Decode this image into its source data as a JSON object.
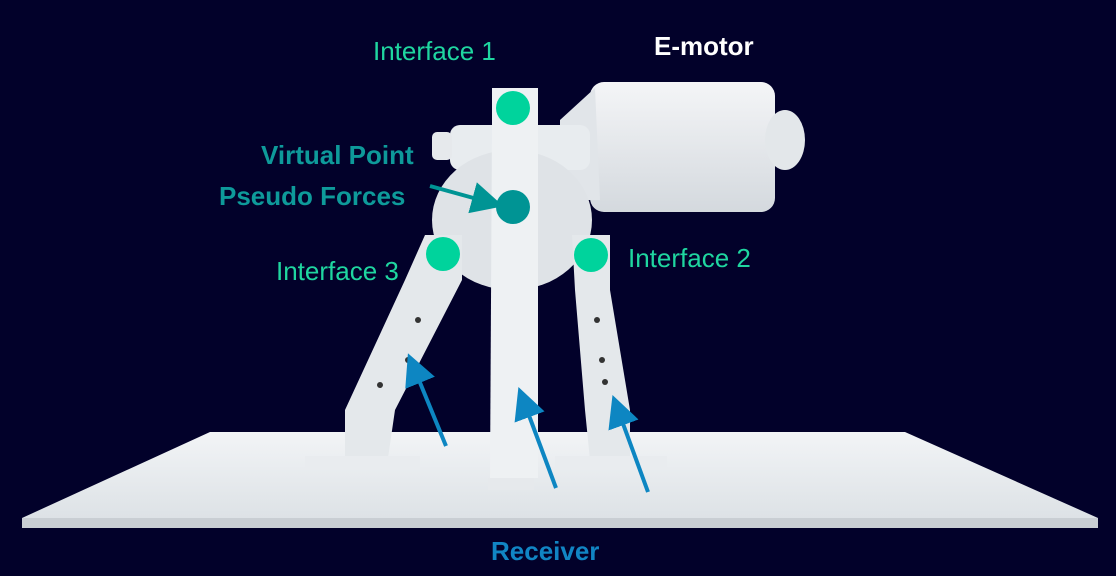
{
  "labels": {
    "interface1": "Interface 1",
    "interface2": "Interface 2",
    "interface3": "Interface 3",
    "emotor": "E-motor",
    "virtual_point_line1": "Virtual Point",
    "virtual_point_line2": "Pseudo Forces",
    "receiver": "Receiver"
  },
  "colors": {
    "background": "#02012a",
    "interface": "#00d39c",
    "virtual_point": "#009494",
    "arrow": "#0d86c2",
    "part": "#e6ebef"
  }
}
